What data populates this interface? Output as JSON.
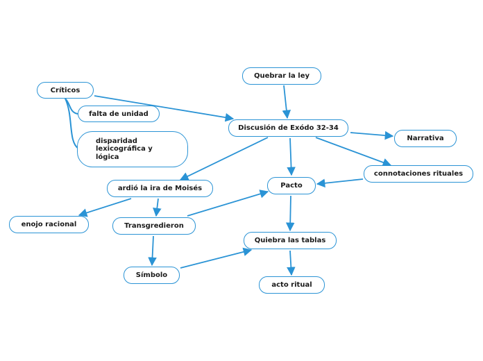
{
  "diagram": {
    "nodes": [
      {
        "id": "quebrar-la-ley",
        "label": "Quebrar la ley"
      },
      {
        "id": "criticos",
        "label": "Críticos"
      },
      {
        "id": "falta-de-unidad",
        "label": "falta de unidad"
      },
      {
        "id": "disparidad",
        "label": "disparidad lexicográfica y lógica"
      },
      {
        "id": "discusion",
        "label": "Discusión de Exódo 32-34"
      },
      {
        "id": "narrativa",
        "label": "Narrativa"
      },
      {
        "id": "connotaciones",
        "label": "connotaciones rituales"
      },
      {
        "id": "ardio",
        "label": "ardió la ira de Moisés"
      },
      {
        "id": "pacto",
        "label": "Pacto"
      },
      {
        "id": "enojo",
        "label": "enojo racional"
      },
      {
        "id": "transgredieron",
        "label": "Transgredieron"
      },
      {
        "id": "quebra",
        "label": "Quiebra las tablas"
      },
      {
        "id": "simbolo",
        "label": "Símbolo"
      },
      {
        "id": "acto",
        "label": "acto ritual"
      }
    ],
    "edges": [
      {
        "from": "quebrar-la-ley",
        "to": "discusion",
        "kind": "arrow"
      },
      {
        "from": "criticos",
        "to": "discusion",
        "kind": "arrow"
      },
      {
        "from": "criticos",
        "to": "falta-de-unidad",
        "kind": "branch"
      },
      {
        "from": "criticos",
        "to": "disparidad",
        "kind": "branch"
      },
      {
        "from": "discusion",
        "to": "narrativa",
        "kind": "arrow"
      },
      {
        "from": "discusion",
        "to": "connotaciones",
        "kind": "arrow"
      },
      {
        "from": "discusion",
        "to": "pacto",
        "kind": "arrow"
      },
      {
        "from": "discusion",
        "to": "ardio",
        "kind": "arrow"
      },
      {
        "from": "connotaciones",
        "to": "pacto",
        "kind": "arrow"
      },
      {
        "from": "ardio",
        "to": "enojo",
        "kind": "arrow"
      },
      {
        "from": "ardio",
        "to": "transgredieron",
        "kind": "arrow"
      },
      {
        "from": "transgredieron",
        "to": "pacto",
        "kind": "arrow"
      },
      {
        "from": "transgredieron",
        "to": "simbolo",
        "kind": "arrow"
      },
      {
        "from": "pacto",
        "to": "quebra",
        "kind": "arrow"
      },
      {
        "from": "simbolo",
        "to": "quebra",
        "kind": "arrow"
      },
      {
        "from": "quebra",
        "to": "acto",
        "kind": "arrow"
      }
    ],
    "colors": {
      "stroke": "#2a93d5",
      "text": "#1a1a1a",
      "background": "#ffffff"
    }
  }
}
